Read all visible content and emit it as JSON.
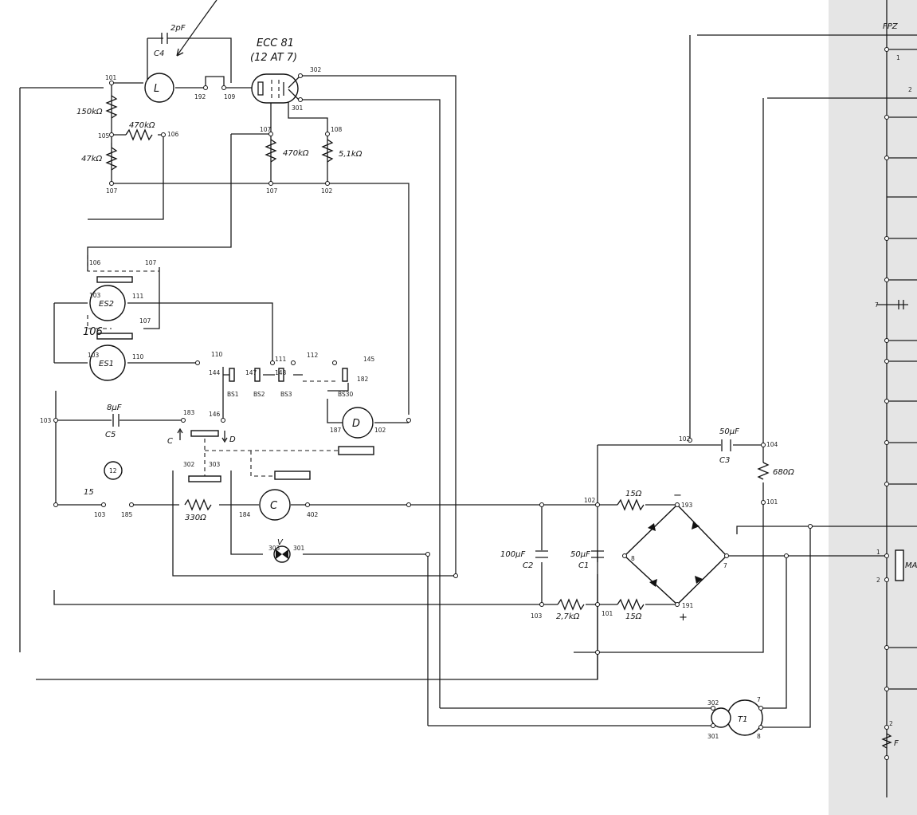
{
  "tube": {
    "type": "ECC 81",
    "equiv": "(12 AT 7)"
  },
  "components": {
    "L": "L",
    "C": "C",
    "D": "D",
    "ES1": "ES1",
    "ES2": "ES2",
    "T1": "T1",
    "V": "V",
    "MA": "MA",
    "F": "F",
    "FPZ": "FPZ",
    "circled": "12"
  },
  "labels": {
    "c4_val": "2pF",
    "c4": "C4",
    "r150k": "150kΩ",
    "r470k_a": "470kΩ",
    "r47k": "47kΩ",
    "r470k_b": "470kΩ",
    "r51k": "5,1kΩ",
    "c5_val": "8µF",
    "c5": "C5",
    "c3_val": "50µF",
    "c3": "C3",
    "r680": "680Ω",
    "c2_val": "100µF",
    "c2": "C2",
    "c1_val": "50µF",
    "c1": "C1",
    "r15_a": "15Ω",
    "r15_b": "15Ω",
    "r27k": "2,7kΩ",
    "r330": "330Ω",
    "sw_c": "C",
    "sw_d": "D",
    "bs1": "BS1",
    "bs2": "BS2",
    "bs3": "BS3",
    "bs30": "BS30",
    "minus": "−",
    "plus": "+",
    "n15": "15",
    "n106": "106"
  },
  "nodes": {
    "n101": "101",
    "n105": "105",
    "n106": "106",
    "n107a": "107",
    "n192": "192",
    "n109": "109",
    "n302": "302",
    "n301": "301",
    "n107b": "107",
    "n108": "108",
    "n107c": "107",
    "n102a": "102",
    "n106b": "106",
    "n107d": "107",
    "n103a": "103",
    "n111a": "111",
    "n107e": "107",
    "n103b": "103",
    "n110a": "110",
    "n110b": "110",
    "n111b": "111",
    "n112": "112",
    "n145": "145",
    "n144": "144",
    "n147": "147",
    "n148": "148",
    "n182": "182",
    "n103c": "103",
    "n183": "183",
    "n146": "146",
    "n187": "187",
    "n102b": "102",
    "n302b": "302",
    "n303": "303",
    "n103d": "103",
    "n185": "185",
    "n184": "184",
    "n402": "402",
    "n303b": "303",
    "n301b": "301",
    "n102c": "102",
    "n104": "104",
    "n102d": "102",
    "n193": "193",
    "n101b": "101",
    "n8": "8",
    "n7": "7",
    "n103e": "103",
    "n101c": "101",
    "n191": "191",
    "n302c": "302",
    "n301c": "301",
    "n7b": "7",
    "n8b": "8",
    "n1": "1",
    "n2": "2",
    "n7c": "7",
    "n2b": "2",
    "n1b": "1",
    "n2c": "2"
  }
}
